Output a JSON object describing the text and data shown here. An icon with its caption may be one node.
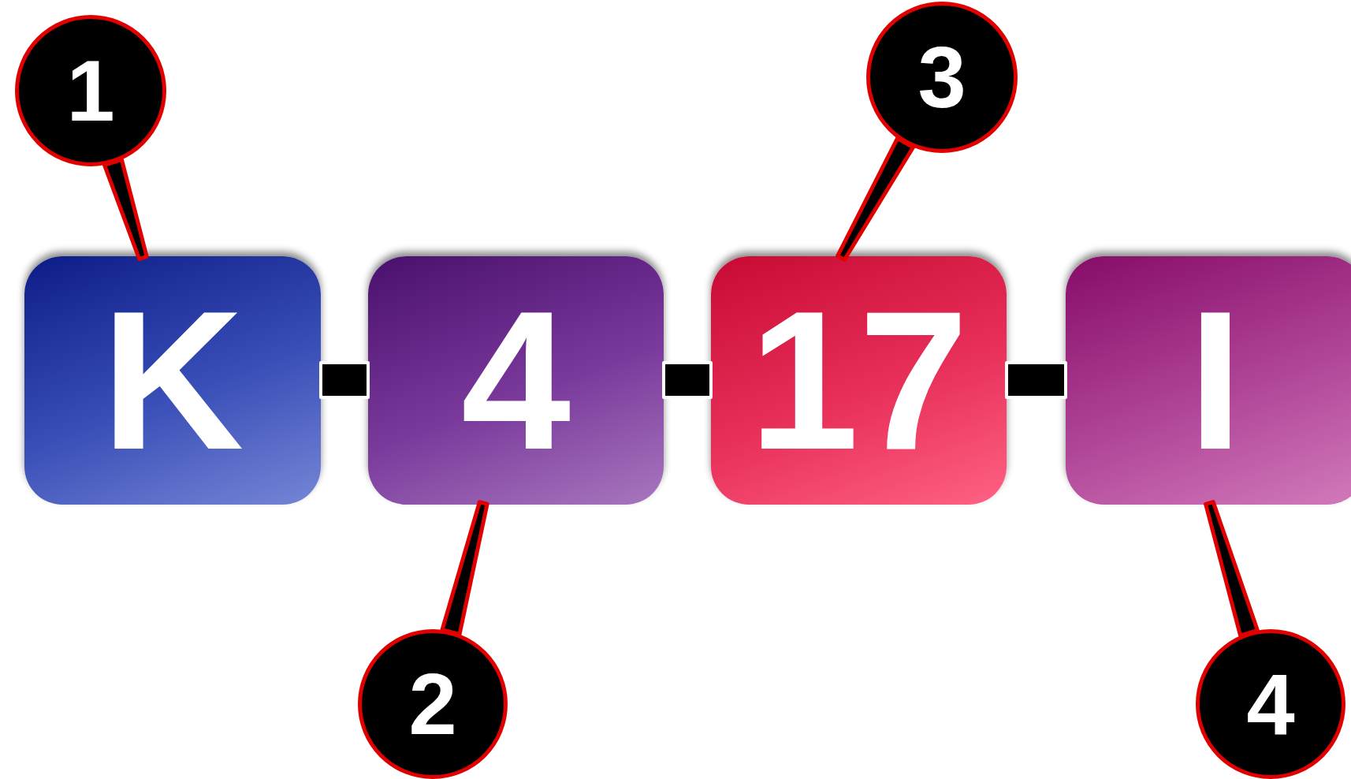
{
  "diagram": {
    "nodes": [
      {
        "text": [
          "K"
        ]
      },
      {
        "text": [
          "4"
        ]
      },
      {
        "text": [
          "17"
        ]
      },
      {
        "text": [
          "I"
        ]
      },
      {
        "text": [
          "1"
        ]
      },
      {
        "text": [
          "2"
        ]
      },
      {
        "text": [
          "3"
        ]
      },
      {
        "text": [
          "4"
        ]
      }
    ],
    "edges": [
      {
        "from": 4,
        "to": 0,
        "arrow": "none"
      },
      {
        "from": 5,
        "to": 1,
        "arrow": "none"
      },
      {
        "from": 6,
        "to": 2,
        "arrow": "none"
      },
      {
        "from": 7,
        "to": 3,
        "arrow": "none"
      },
      {
        "from": 0,
        "to": 1,
        "arrow": "none",
        "style": "thick"
      },
      {
        "from": 1,
        "to": 2,
        "arrow": "none",
        "style": "thick"
      },
      {
        "from": 2,
        "to": 3,
        "arrow": "none",
        "style": "thick"
      }
    ]
  }
}
